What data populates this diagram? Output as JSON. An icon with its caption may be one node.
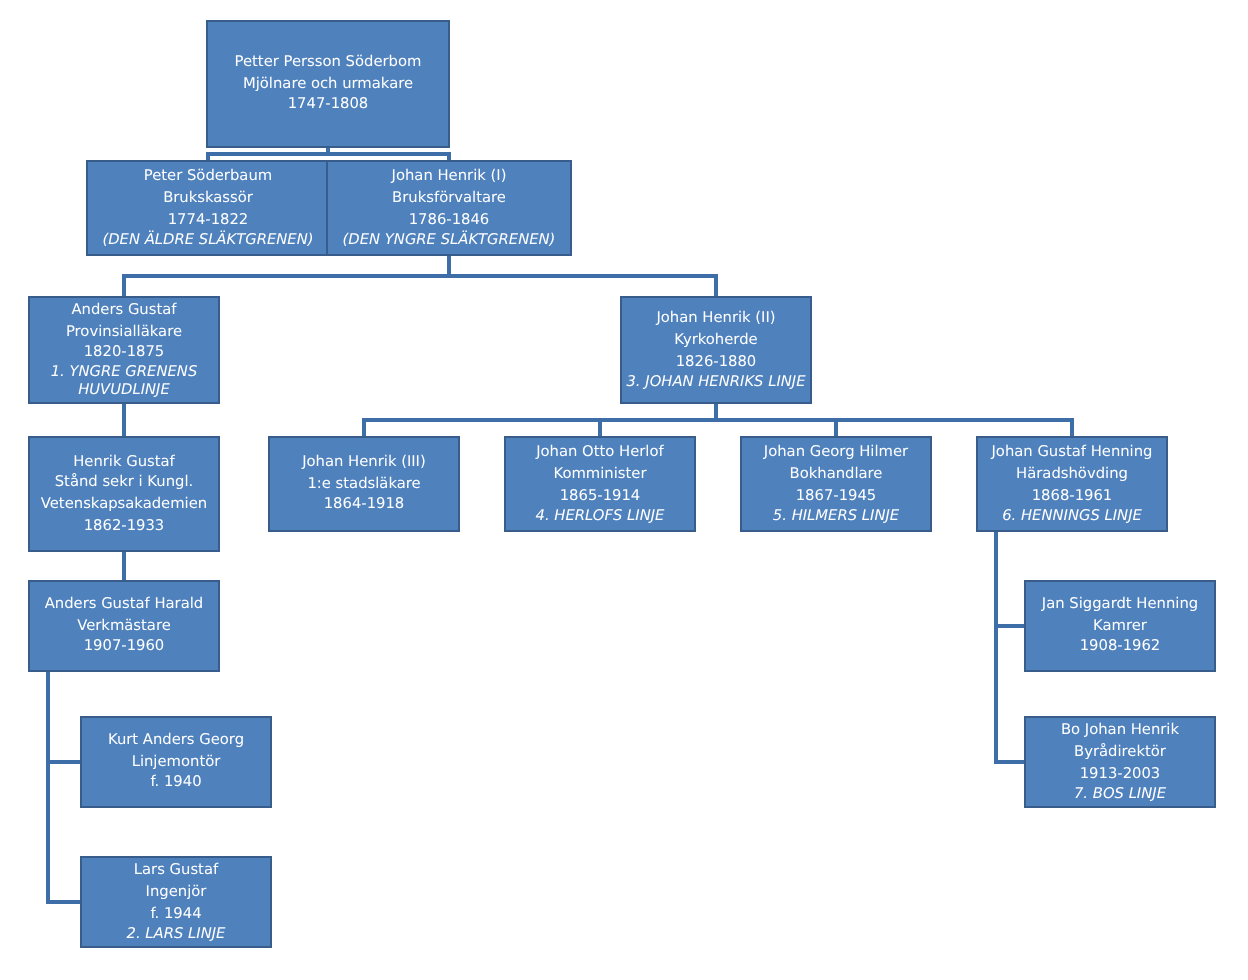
{
  "diagram": {
    "nodes": [
      {
        "text": [
          "Petter Persson Söderbom",
          "Mjölnare och urmakare",
          "1747-1808"
        ]
      },
      {
        "text": [
          "Peter Söderbaum",
          "Brukskassör",
          "1774-1822",
          "(DEN ÄLDRE SLÄKTGRENEN)"
        ]
      },
      {
        "text": [
          "Johan Henrik (I)",
          "Bruksförvaltare",
          "1786-1846",
          "(DEN YNGRE SLÄKTGRENEN)"
        ]
      },
      {
        "text": [
          "Anders Gustaf",
          "Provinsialläkare",
          "1820-1875",
          "1. YNGRE GRENENS HUVUDLINJE"
        ]
      },
      {
        "text": [
          "Johan Henrik (II)",
          "Kyrkoherde",
          "1826-1880",
          "3. JOHAN HENRIKS LINJE"
        ]
      },
      {
        "text": [
          "Henrik Gustaf",
          "Stånd sekr i Kungl. Vetenskapsakademien",
          "1862-1933"
        ]
      },
      {
        "text": [
          "Johan Henrik (III)",
          "1:e stadsläkare",
          "1864-1918"
        ]
      },
      {
        "text": [
          "Johan Otto Herlof",
          "Komminister",
          "1865-1914",
          "4. HERLOFS LINJE"
        ]
      },
      {
        "text": [
          "Johan Georg Hilmer",
          "Bokhandlare",
          "1867-1945",
          "5. HILMERS LINJE"
        ]
      },
      {
        "text": [
          "Johan Gustaf Henning",
          "Häradshövding",
          "1868-1961",
          "6. HENNINGS LINJE"
        ]
      },
      {
        "text": [
          "Anders Gustaf Harald",
          "Verkmästare",
          "1907-1960"
        ]
      },
      {
        "text": [
          "Jan Siggardt Henning",
          "Kamrer",
          "1908-1962"
        ]
      },
      {
        "text": [
          "Kurt Anders Georg",
          "Linjemontör",
          "f. 1940"
        ]
      },
      {
        "text": [
          "Bo Johan Henrik",
          "Byrådirektör",
          "1913-2003",
          "7. BOS LINJE"
        ]
      },
      {
        "text": [
          "Lars Gustaf",
          "Ingenjör",
          "f. 1944",
          "2. LARS LINJE"
        ]
      }
    ],
    "edges": [
      {
        "from": 0,
        "to": 1,
        "arrow": "none"
      },
      {
        "from": 0,
        "to": 2,
        "arrow": "none"
      },
      {
        "from": 2,
        "to": 3,
        "arrow": "none"
      },
      {
        "from": 2,
        "to": 4,
        "arrow": "none"
      },
      {
        "from": 3,
        "to": 5,
        "arrow": "none"
      },
      {
        "from": 4,
        "to": 6,
        "arrow": "none"
      },
      {
        "from": 4,
        "to": 7,
        "arrow": "none"
      },
      {
        "from": 4,
        "to": 8,
        "arrow": "none"
      },
      {
        "from": 4,
        "to": 9,
        "arrow": "none"
      },
      {
        "from": 5,
        "to": 10,
        "arrow": "none"
      },
      {
        "from": 9,
        "to": 11,
        "arrow": "none"
      },
      {
        "from": 10,
        "to": 12,
        "arrow": "none"
      },
      {
        "from": 9,
        "to": 13,
        "arrow": "none"
      },
      {
        "from": 10,
        "to": 14,
        "arrow": "none"
      }
    ]
  }
}
